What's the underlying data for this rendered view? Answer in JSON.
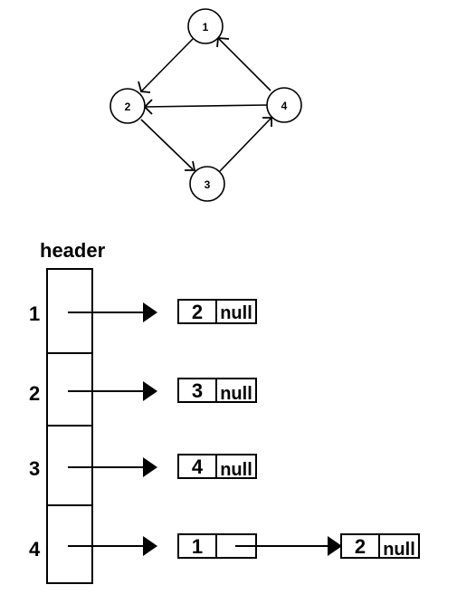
{
  "graph": {
    "nodes": [
      {
        "id": "1",
        "label": "1"
      },
      {
        "id": "2",
        "label": "2"
      },
      {
        "id": "3",
        "label": "3"
      },
      {
        "id": "4",
        "label": "4"
      }
    ],
    "edges": [
      {
        "from": "1",
        "to": "2"
      },
      {
        "from": "2",
        "to": "3"
      },
      {
        "from": "3",
        "to": "4"
      },
      {
        "from": "4",
        "to": "1"
      },
      {
        "from": "4",
        "to": "2"
      }
    ]
  },
  "adjacency_list": {
    "header_label": "header",
    "rows": [
      {
        "label": "1",
        "nodes": [
          {
            "value": "2",
            "next": "null"
          }
        ]
      },
      {
        "label": "2",
        "nodes": [
          {
            "value": "3",
            "next": "null"
          }
        ]
      },
      {
        "label": "3",
        "nodes": [
          {
            "value": "4",
            "next": "null"
          }
        ]
      },
      {
        "label": "4",
        "nodes": [
          {
            "value": "1",
            "next": ""
          },
          {
            "value": "2",
            "next": "null"
          }
        ]
      }
    ]
  }
}
